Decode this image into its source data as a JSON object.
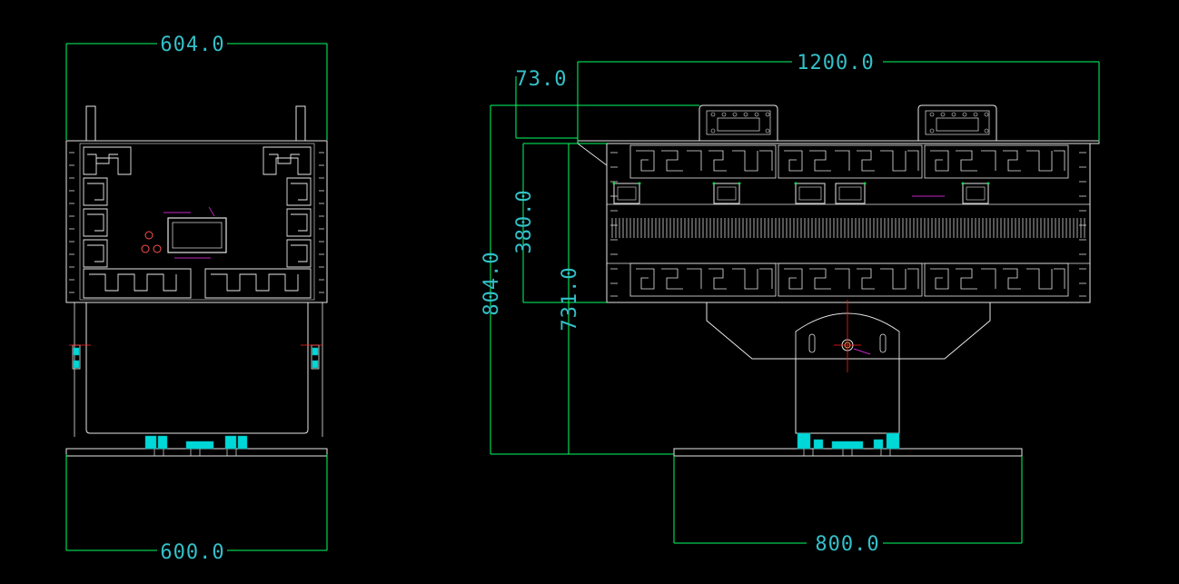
{
  "drawing": {
    "colors": {
      "background": "#000000",
      "outline": "#e6e6e6",
      "dimension": "#00ff66",
      "dimension_text": "#33c0c8",
      "section_fill": "#00d8d8",
      "center_line": "#ff2020",
      "annotation": "#ff33ff"
    },
    "side_view": {
      "dim_top": "604.0",
      "dim_bottom": "600.0"
    },
    "front_view": {
      "dim_width": "1200.0",
      "dim_offset": "73.0",
      "dim_total_height": "804.0",
      "dim_panel_height": "380.0",
      "dim_body_height": "731.0",
      "dim_base_width": "800.0"
    }
  }
}
